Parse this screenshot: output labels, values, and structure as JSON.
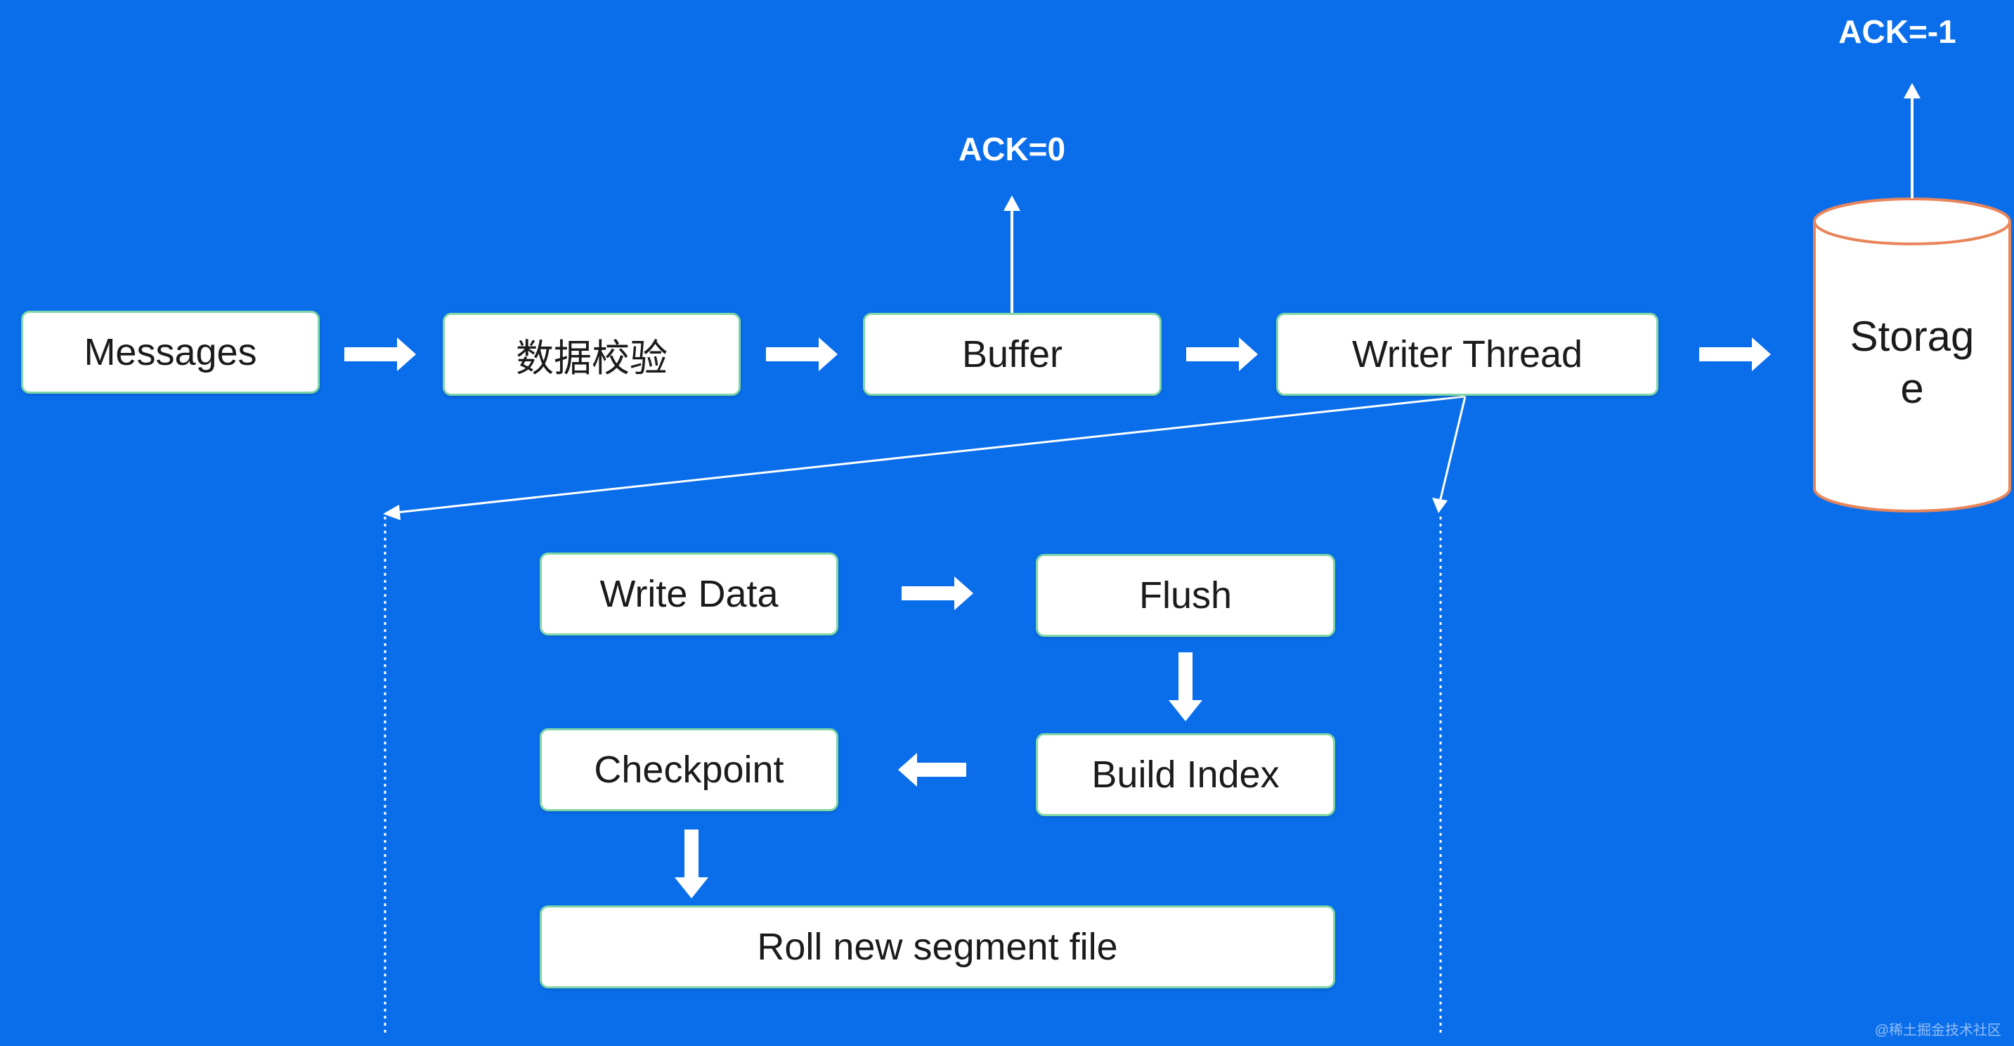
{
  "diagram": {
    "nodes": {
      "messages": "Messages",
      "validation": "数据校验",
      "buffer": "Buffer",
      "writer_thread": "Writer Thread",
      "storage_line1": "Storag",
      "storage_line2": "e",
      "write_data": "Write Data",
      "flush": "Flush",
      "checkpoint": "Checkpoint",
      "build_index": "Build Index",
      "roll_segment": "Roll new segment file"
    },
    "labels": {
      "ack_buffer": "ACK=0",
      "ack_storage": "ACK=-1"
    }
  },
  "watermark": "@稀土掘金技术社区",
  "colors": {
    "background": "#0A6EEB",
    "box_fill": "#FFFFFF",
    "box_border": "#7FD6A6",
    "arrow": "#FFFFFF",
    "storage_border": "#E8855A"
  }
}
